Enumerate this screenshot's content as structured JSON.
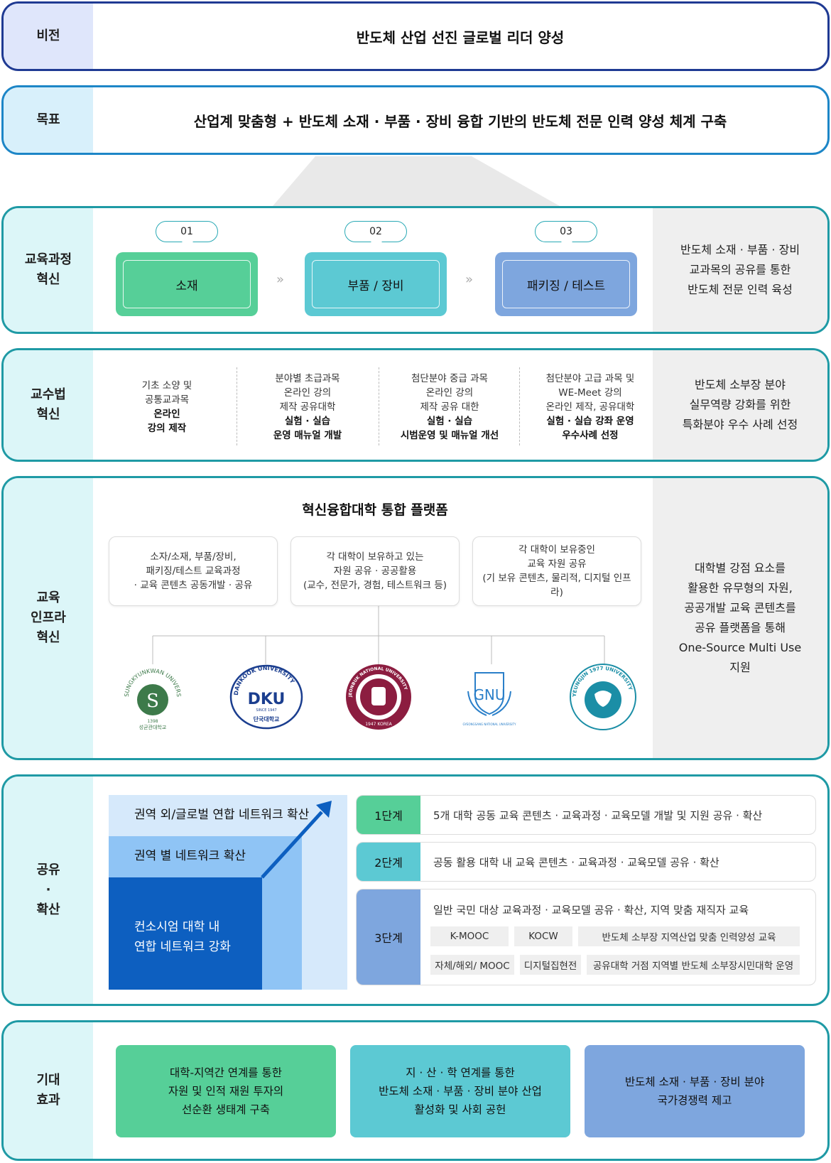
{
  "vision": {
    "label": "비전",
    "text": "반도체 산업 선진 글로벌 리더 양성"
  },
  "goal": {
    "label": "목표",
    "text": "산업계 맞춤형 + 반도체 소재 · 부품 · 장비 융합 기반의 반도체 전문 인력 양성 체계 구축"
  },
  "curriculum": {
    "label_1": "교육과정",
    "label_2": "혁신",
    "stages": [
      {
        "num": "01",
        "name": "소재",
        "color": "#56cf98"
      },
      {
        "num": "02",
        "name": "부품 / 장비",
        "color": "#5cc9d3"
      },
      {
        "num": "03",
        "name": "패키징 / 테스트",
        "color": "#7ea6de"
      }
    ],
    "summary": [
      "반도체 소재 · 부품 · 장비",
      "교과목의 공유를 통한",
      "반도체 전문 인력 육성"
    ]
  },
  "pedagogy": {
    "label_1": "교수법",
    "label_2": "혁신",
    "columns": [
      {
        "lines": [
          "기초 소양 및",
          "공통교과목"
        ],
        "bold": [
          "온라인",
          "강의 제작"
        ]
      },
      {
        "lines": [
          "분야별 초급과목",
          "온라인 강의",
          "제작 공유대학"
        ],
        "bold": [
          "실험 · 실습",
          "운영 매뉴얼 개발"
        ]
      },
      {
        "lines": [
          "첨단분야 중급 과목",
          "온라인 강의",
          "제작 공유 대한"
        ],
        "bold": [
          "실험 · 실습",
          "시범운영 및 매뉴얼 개선"
        ]
      },
      {
        "lines": [
          "첨단분야 고급 과목 및",
          "WE-Meet 강의",
          "온라인 제작, 공유대학"
        ],
        "bold": [
          "실험 · 실습 강좌 운영",
          "우수사례 선정"
        ]
      }
    ],
    "summary": [
      "반도체 소부장 분야",
      "실무역량 강화를 위한",
      "특화분야 우수 사례 선정"
    ]
  },
  "infra": {
    "label_1": "교육",
    "label_2": "인프라",
    "label_3": "혁신",
    "title": "혁신융합대학 통합 플랫폼",
    "boxes": [
      [
        "소자/소재, 부품/장비,",
        "패키징/테스트 교육과정",
        "· 교육 콘텐츠 공동개발 · 공유"
      ],
      [
        "각 대학이 보유하고 있는",
        "자원 공유 · 공공활용",
        "(교수, 전문가, 경험, 테스트워크 등)"
      ],
      [
        "각 대학이 보유중인",
        "교육 자원 공유",
        "(기 보유 콘텐츠, 물리적, 디지털 인프라)"
      ]
    ],
    "logos": [
      {
        "ring": "SUNGKYUNKWAN UNIVERSITY",
        "mark": "S",
        "year": "1398",
        "sub": "성균관대학교",
        "color": "#3d7a4a"
      },
      {
        "ring": "DANKOOK UNIVERSITY",
        "mark": "DKU",
        "year": "SINCE 1947",
        "sub": "단국대학교",
        "color": "#1b3e8f"
      },
      {
        "ring": "JEONBUK NATIONAL UNIVERSITY",
        "mark": "",
        "year": "1947 KOREA",
        "sub": "",
        "color": "#8c1d40"
      },
      {
        "ring": "",
        "mark": "GNU",
        "year": "",
        "sub": "GYEONGSANG NATIONAL UNIVERSITY",
        "color": "#2a7fc9"
      },
      {
        "ring": "YEUNGJIN 1977 UNIVERSITY",
        "mark": "",
        "year": "",
        "sub": "",
        "color": "#1b8ea6"
      }
    ],
    "summary": [
      "대학별 강점 요소를",
      "활용한 유무형의 자원,",
      "공공개발 교육 콘텐츠를",
      "공유 플랫폼을 통해",
      "One-Source Multi Use",
      "지원"
    ]
  },
  "share": {
    "label_1": "공유",
    "label_2": "·",
    "label_3": "확산",
    "net_global": "권역 외/글로벌 연합 네트워크 확산",
    "net_region": "권역 별 네트워크 확산",
    "net_local_1": "컨소시엄 대학 내",
    "net_local_2": "연합 네트워크 강화",
    "steps": [
      {
        "badge": "1단계",
        "text": "5개 대학 공동 교육 콘텐츠 · 교육과정 · 교육모델 개발 및 지원 공유 · 확산",
        "color": "#56cf98"
      },
      {
        "badge": "2단계",
        "text": "공동 활용 대학 내 교육 콘텐츠 · 교육과정 · 교육모델 공유 · 확산",
        "color": "#5cc9d3"
      },
      {
        "badge": "3단계",
        "text": "일반 국민 대상 교육과정 · 교육모델 공유 · 확산, 지역 맞춤 재직자 교육",
        "color": "#7ea6de"
      }
    ],
    "tags_row1": [
      "K-MOOC",
      "KOCW",
      "반도체 소부장 지역산업 맞춤 인력양성 교육"
    ],
    "tags_row2": [
      "자체/해외/ MOOC",
      "디지털집현전",
      "공유대학 거점 지역별 반도체 소부장시민대학 운영"
    ]
  },
  "effect": {
    "label_1": "기대",
    "label_2": "효과",
    "boxes": [
      {
        "lines": [
          "대학-지역간 연계를 통한",
          "자원 및 인적 재원 투자의",
          "선순환 생태계 구축"
        ],
        "color": "#56cf98"
      },
      {
        "lines": [
          "지 · 산 · 학 연계를 통한",
          "반도체 소재 · 부품 · 장비 분야 산업",
          "활성화 및 사회 공헌"
        ],
        "color": "#5cc9d3"
      },
      {
        "lines": [
          "반도체 소재 · 부품 · 장비 분야",
          "국가경쟁력 제고"
        ],
        "color": "#7ea6de"
      }
    ]
  }
}
